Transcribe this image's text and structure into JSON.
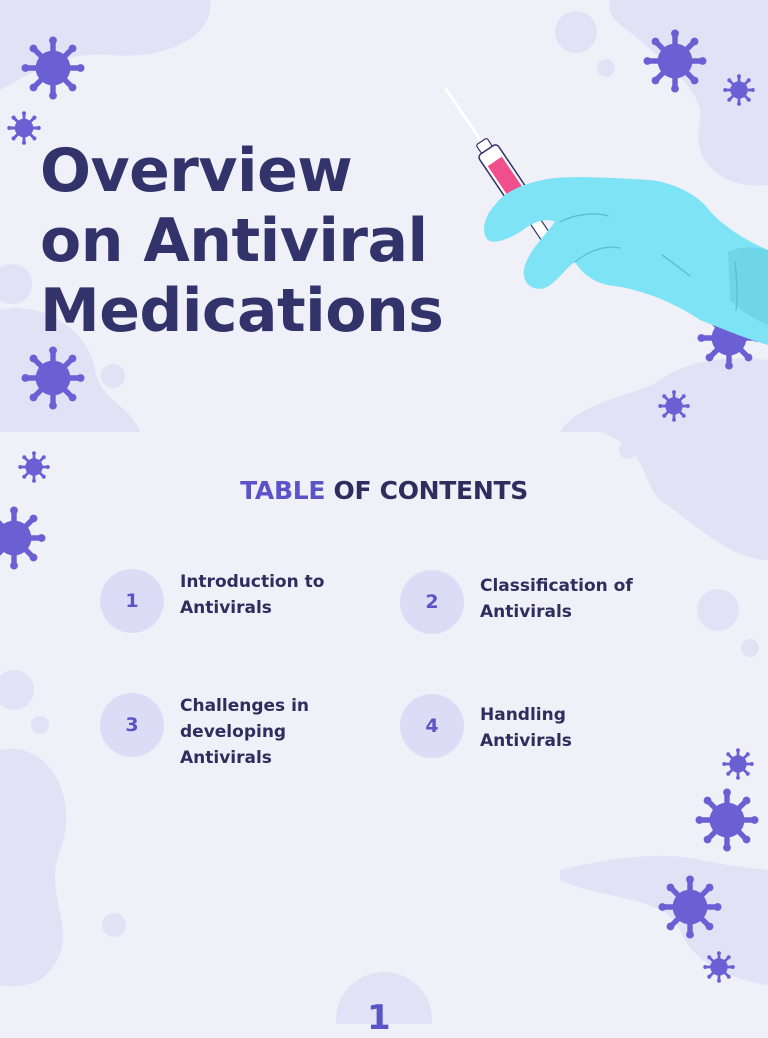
{
  "title": {
    "lines": [
      "Overview",
      "on Antiviral",
      "Medications"
    ]
  },
  "toc": {
    "heading_accent": "TABLE",
    "heading_rest": "OF CONTENTS",
    "items": [
      {
        "number": "1",
        "label": "Introduction to\nAntivirals"
      },
      {
        "number": "2",
        "label": "Classification of\nAntivirals"
      },
      {
        "number": "3",
        "label": "Challenges in\ndeveloping\nAntivirals"
      },
      {
        "number": "4",
        "label": "Handling\nAntivirals"
      }
    ]
  },
  "page_number": "1",
  "colors": {
    "background": "#f0f0f8",
    "blob": "#dcdcf7",
    "title": "#33336b",
    "accent": "#5b54c9",
    "virus": "#6a5fd3",
    "glove": "#7ee4f5",
    "syringe_liquid": "#ef4f8a"
  },
  "icons": [
    "virus-icon",
    "syringe-hand-illustration"
  ]
}
